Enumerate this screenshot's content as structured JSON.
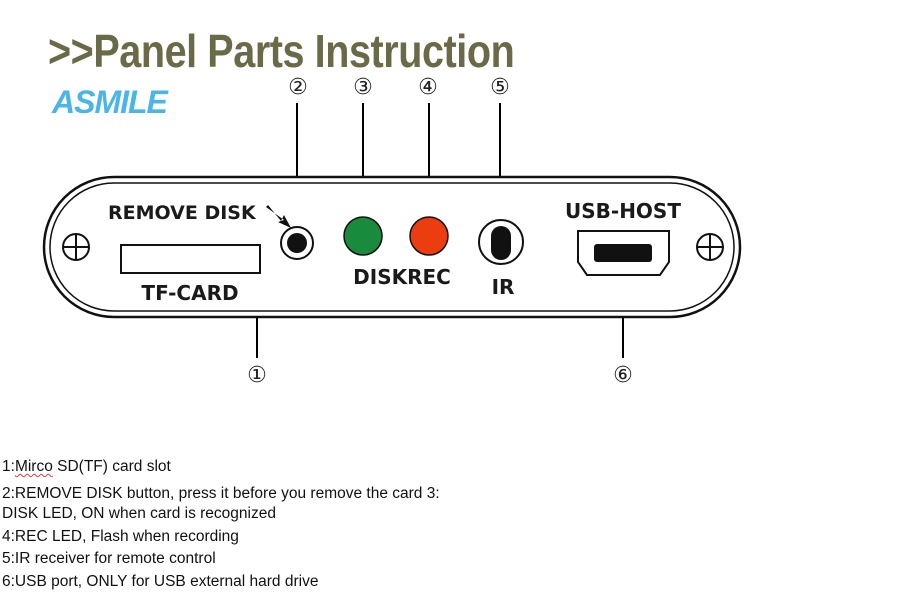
{
  "header": {
    "title": ">>Panel Parts Instruction",
    "logo_text": "ASMILE"
  },
  "panel": {
    "labels": {
      "remove_disk": "REMOVE DISK",
      "tf_card": "TF-CARD",
      "diskrec": "DISKREC",
      "ir": "IR",
      "usb_host": "USB-HOST"
    },
    "callouts": [
      "①",
      "②",
      "③",
      "④",
      "⑤",
      "⑥"
    ],
    "colors": {
      "disk_led": "#1a8a3c",
      "rec_led": "#ec3d10",
      "title": "#6b6a48",
      "logo": "#4db4e8"
    }
  },
  "legend": {
    "line1_prefix": "1:",
    "line1_word": "Mirco",
    "line1_rest": " SD(TF) card slot",
    "line2": "2:REMOVE DISK button, press it before you remove the card 3:",
    "line3": "DISK LED, ON when card is recognized",
    "line4": "4:REC LED, Flash when recording",
    "line5": "5:IR receiver for remote control",
    "line6": "6:USB port, ONLY for USB external hard drive"
  }
}
